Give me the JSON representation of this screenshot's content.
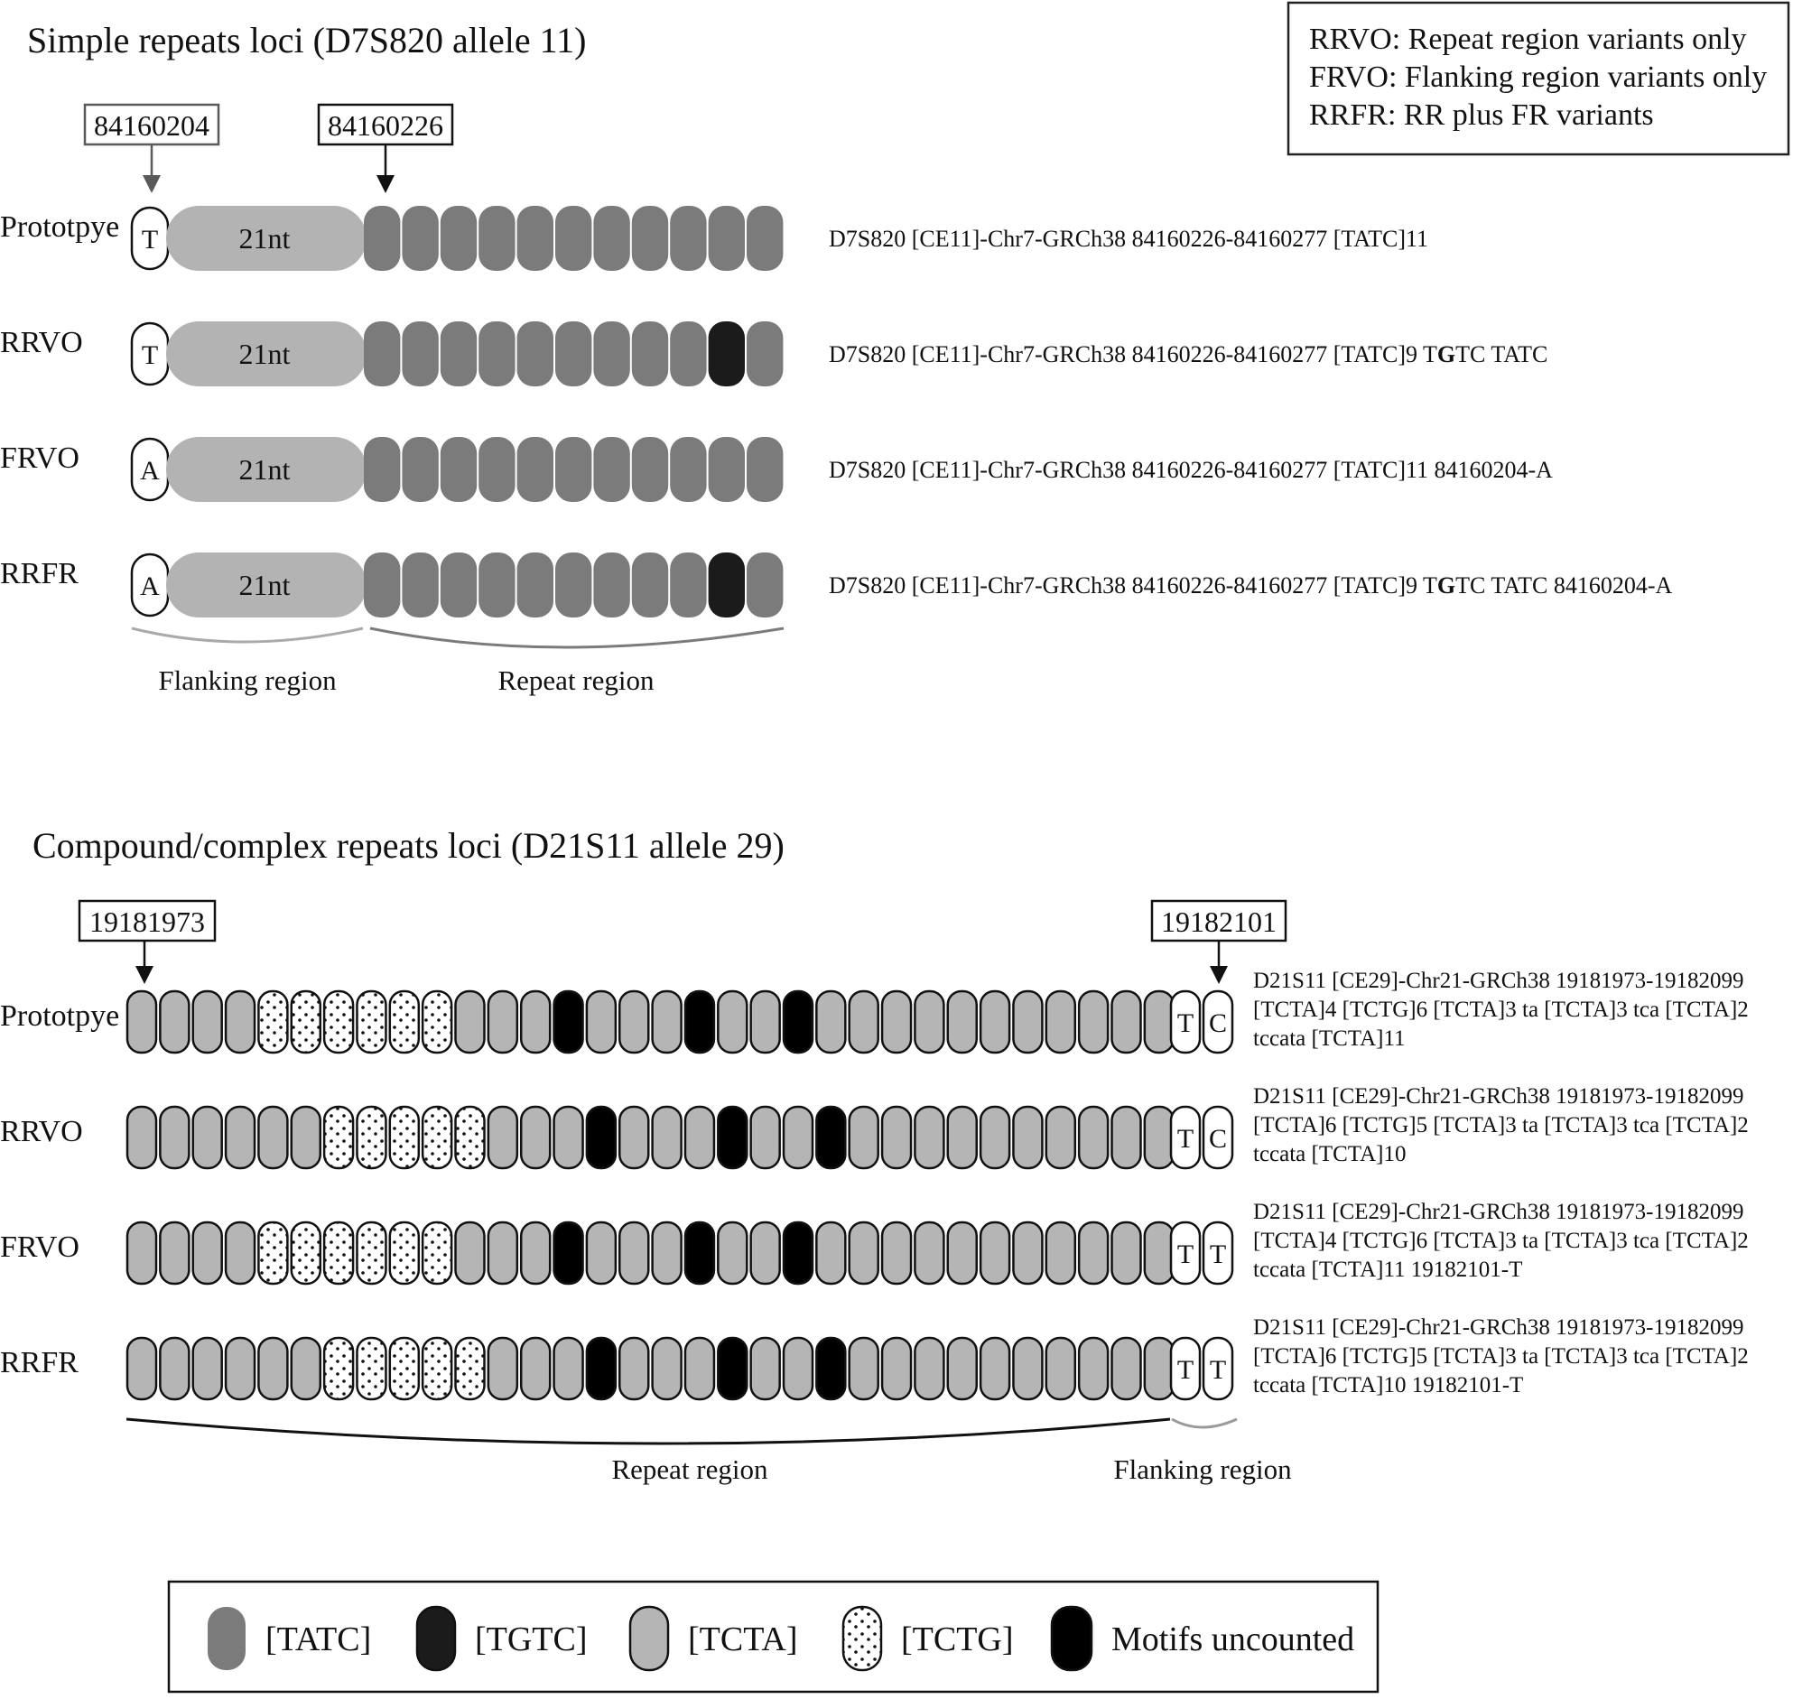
{
  "colors": {
    "TATC": "#7b7b7b",
    "TGTC": "#1b1b1b",
    "TCTA": "#b5b5b5",
    "TCTG": "#ffffff",
    "uncounted": "#000000",
    "flank_block": "#b3b3b3",
    "box_gray_border": "#5a5a5a"
  },
  "legend_box": {
    "lines": [
      "RRVO: Repeat region variants only",
      "FRVO: Flanking region variants only",
      "RRFR: RR plus FR variants"
    ]
  },
  "simple": {
    "title": "Simple repeats loci (D7S820 allele 11)",
    "pos_left": "84160204",
    "pos_right": "84160226",
    "flank_label": "21nt",
    "region_flanking": "Flanking region",
    "region_repeat": "Repeat region",
    "rows": [
      {
        "label": "Prototpye",
        "base": "T",
        "motifs": [
          "TATC",
          "TATC",
          "TATC",
          "TATC",
          "TATC",
          "TATC",
          "TATC",
          "TATC",
          "TATC",
          "TATC",
          "TATC"
        ],
        "desc_pre": "D7S820 [CE11]-Chr7-GRCh38 84160226-84160277 [TATC]11",
        "desc_bold": "",
        "desc_post": ""
      },
      {
        "label": "RRVO",
        "base": "T",
        "motifs": [
          "TATC",
          "TATC",
          "TATC",
          "TATC",
          "TATC",
          "TATC",
          "TATC",
          "TATC",
          "TATC",
          "TGTC",
          "TATC"
        ],
        "desc_pre": "D7S820 [CE11]-Chr7-GRCh38 84160226-84160277 [TATC]9 T",
        "desc_bold": "G",
        "desc_post": "TC TATC"
      },
      {
        "label": "FRVO",
        "base": "A",
        "motifs": [
          "TATC",
          "TATC",
          "TATC",
          "TATC",
          "TATC",
          "TATC",
          "TATC",
          "TATC",
          "TATC",
          "TATC",
          "TATC"
        ],
        "desc_pre": "D7S820 [CE11]-Chr7-GRCh38 84160226-84160277 [TATC]11 84160204-A",
        "desc_bold": "",
        "desc_post": ""
      },
      {
        "label": "RRFR",
        "base": "A",
        "motifs": [
          "TATC",
          "TATC",
          "TATC",
          "TATC",
          "TATC",
          "TATC",
          "TATC",
          "TATC",
          "TATC",
          "TGTC",
          "TATC"
        ],
        "desc_pre": "D7S820 [CE11]-Chr7-GRCh38 84160226-84160277 [TATC]9 T",
        "desc_bold": "G",
        "desc_post": "TC TATC 84160204-A"
      }
    ]
  },
  "compound": {
    "title": "Compound/complex repeats loci (D21S11 allele 29)",
    "pos_left": "19181973",
    "pos_right": "19182101",
    "region_repeat": "Repeat region",
    "region_flanking": "Flanking region",
    "rows": [
      {
        "label": "Prototpye",
        "motifs": [
          "TCTA",
          "TCTA",
          "TCTA",
          "TCTA",
          "TCTG",
          "TCTG",
          "TCTG",
          "TCTG",
          "TCTG",
          "TCTG",
          "TCTA",
          "TCTA",
          "TCTA",
          "U",
          "TCTA",
          "TCTA",
          "TCTA",
          "U",
          "TCTA",
          "TCTA",
          "U",
          "TCTA",
          "TCTA",
          "TCTA",
          "TCTA",
          "TCTA",
          "TCTA",
          "TCTA",
          "TCTA",
          "TCTA",
          "TCTA",
          "TCTA"
        ],
        "ends": [
          "T",
          "C"
        ],
        "desc": [
          "D21S11 [CE29]-Chr21-GRCh38 19181973-19182099",
          "[TCTA]4 [TCTG]6 [TCTA]3 ta [TCTA]3 tca [TCTA]2",
          "tccata [TCTA]11"
        ]
      },
      {
        "label": "RRVO",
        "motifs": [
          "TCTA",
          "TCTA",
          "TCTA",
          "TCTA",
          "TCTA",
          "TCTA",
          "TCTG",
          "TCTG",
          "TCTG",
          "TCTG",
          "TCTG",
          "TCTA",
          "TCTA",
          "TCTA",
          "U",
          "TCTA",
          "TCTA",
          "TCTA",
          "U",
          "TCTA",
          "TCTA",
          "U",
          "TCTA",
          "TCTA",
          "TCTA",
          "TCTA",
          "TCTA",
          "TCTA",
          "TCTA",
          "TCTA",
          "TCTA",
          "TCTA"
        ],
        "ends": [
          "T",
          "C"
        ],
        "desc": [
          "D21S11 [CE29]-Chr21-GRCh38 19181973-19182099",
          "[TCTA]6 [TCTG]5 [TCTA]3 ta [TCTA]3 tca [TCTA]2",
          "tccata [TCTA]10"
        ]
      },
      {
        "label": "FRVO",
        "motifs": [
          "TCTA",
          "TCTA",
          "TCTA",
          "TCTA",
          "TCTG",
          "TCTG",
          "TCTG",
          "TCTG",
          "TCTG",
          "TCTG",
          "TCTA",
          "TCTA",
          "TCTA",
          "U",
          "TCTA",
          "TCTA",
          "TCTA",
          "U",
          "TCTA",
          "TCTA",
          "U",
          "TCTA",
          "TCTA",
          "TCTA",
          "TCTA",
          "TCTA",
          "TCTA",
          "TCTA",
          "TCTA",
          "TCTA",
          "TCTA",
          "TCTA"
        ],
        "ends": [
          "T",
          "T"
        ],
        "desc": [
          "D21S11 [CE29]-Chr21-GRCh38 19181973-19182099",
          "[TCTA]4 [TCTG]6 [TCTA]3 ta [TCTA]3 tca [TCTA]2",
          "tccata [TCTA]11 19182101-T"
        ]
      },
      {
        "label": "RRFR",
        "motifs": [
          "TCTA",
          "TCTA",
          "TCTA",
          "TCTA",
          "TCTA",
          "TCTA",
          "TCTG",
          "TCTG",
          "TCTG",
          "TCTG",
          "TCTG",
          "TCTA",
          "TCTA",
          "TCTA",
          "U",
          "TCTA",
          "TCTA",
          "TCTA",
          "U",
          "TCTA",
          "TCTA",
          "U",
          "TCTA",
          "TCTA",
          "TCTA",
          "TCTA",
          "TCTA",
          "TCTA",
          "TCTA",
          "TCTA",
          "TCTA",
          "TCTA"
        ],
        "ends": [
          "T",
          "T"
        ],
        "desc": [
          "D21S11 [CE29]-Chr21-GRCh38 19181973-19182099",
          "[TCTA]6 [TCTG]5 [TCTA]3 ta [TCTA]3 tca [TCTA]2",
          "tccata [TCTA]10 19182101-T"
        ]
      }
    ]
  },
  "legend": [
    {
      "key": "TATC",
      "label": "[TATC]"
    },
    {
      "key": "TGTC",
      "label": "[TGTC]"
    },
    {
      "key": "TCTA",
      "label": "[TCTA]"
    },
    {
      "key": "TCTG",
      "label": "[TCTG]"
    },
    {
      "key": "U",
      "label": "Motifs uncounted"
    }
  ]
}
